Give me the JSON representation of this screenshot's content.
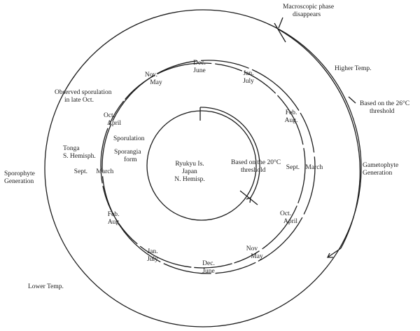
{
  "outer_ring_labels": {
    "macroscopic_phase": [
      "Macroscopic phase",
      "disappears"
    ],
    "higher_temp": "Higher Temp.",
    "based_26": [
      "Based on the 26°C",
      "threshold"
    ],
    "gametophyte": [
      "Gametophyte",
      "Generation"
    ],
    "sporophyte": [
      "Sporophyte",
      "Generation"
    ],
    "lower_temp": "Lower Temp.",
    "observed": [
      "Observed sporulation",
      "in late Oct."
    ],
    "tonga": [
      "Tonga",
      "S. Hemisph."
    ]
  },
  "month_pairs": {
    "dec_top": [
      "Dec.",
      "June"
    ],
    "nov_top": [
      "Nov.",
      "May"
    ],
    "jan_top": [
      "Jan.",
      "July"
    ],
    "oct_top": [
      "Oct.",
      "April"
    ],
    "feb_right": [
      "Feb.",
      "Aug."
    ],
    "sept_left": [
      "Sept.",
      "March"
    ],
    "sept_right": [
      "Sept.",
      "March"
    ],
    "feb_left": [
      "Feb.",
      "Aug"
    ],
    "oct_right": [
      "Oct.",
      "April"
    ],
    "nov_bottom": [
      "Nov",
      "May"
    ],
    "jan_bottom": [
      "Jan.",
      "July"
    ],
    "dec_bottom": [
      "Dec.",
      "June"
    ]
  },
  "inner_labels": {
    "sporulation": "Sporulation",
    "sporangia": [
      "Sporangia",
      "form"
    ],
    "center": [
      "Ryukyu Is.",
      "Japan",
      "N. Hemisp."
    ],
    "based_20": [
      "Based on the 20°C",
      "threshold"
    ]
  }
}
